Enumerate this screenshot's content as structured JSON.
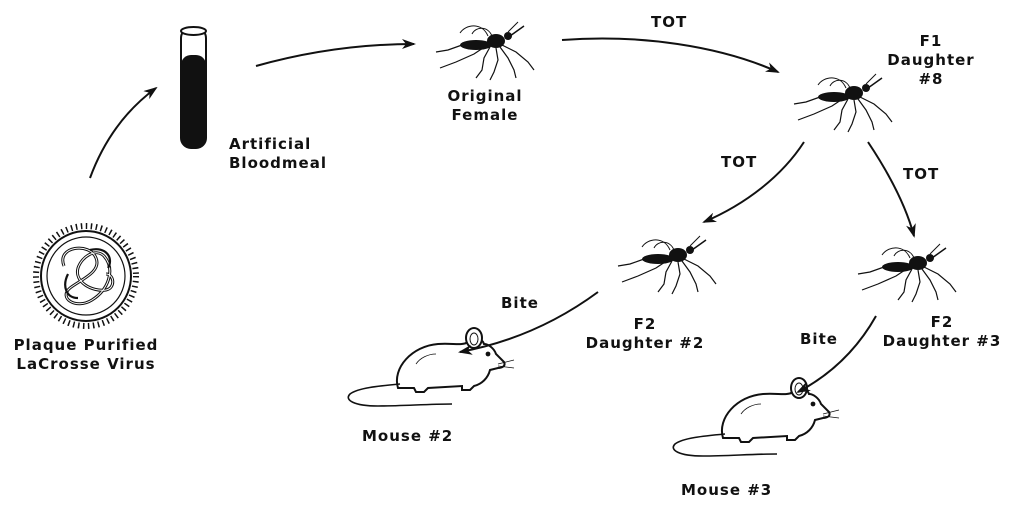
{
  "labels": {
    "virus_line1": "Plaque Purified",
    "virus_line2": "LaCrosse Virus",
    "bloodmeal_line1": "Artificial",
    "bloodmeal_line2": "Bloodmeal",
    "original_line1": "Original",
    "original_line2": "Female",
    "f1_line1": "F1",
    "f1_line2": "Daughter",
    "f1_line3": "#8",
    "f2a_line1": "F2",
    "f2a_line2": "Daughter #2",
    "f2b_line1": "F2",
    "f2b_line2": "Daughter #3",
    "mouse2": "Mouse #2",
    "mouse3": "Mouse #3",
    "tot_top": "TOT",
    "tot_left": "TOT",
    "tot_right": "TOT",
    "bite_left": "Bite",
    "bite_right": "Bite"
  },
  "colors": {
    "ink": "#111111",
    "background": "#ffffff"
  },
  "icons": [
    "virus-icon",
    "test-tube-icon",
    "mosquito-icon",
    "mouse-icon",
    "arrow-icon"
  ]
}
